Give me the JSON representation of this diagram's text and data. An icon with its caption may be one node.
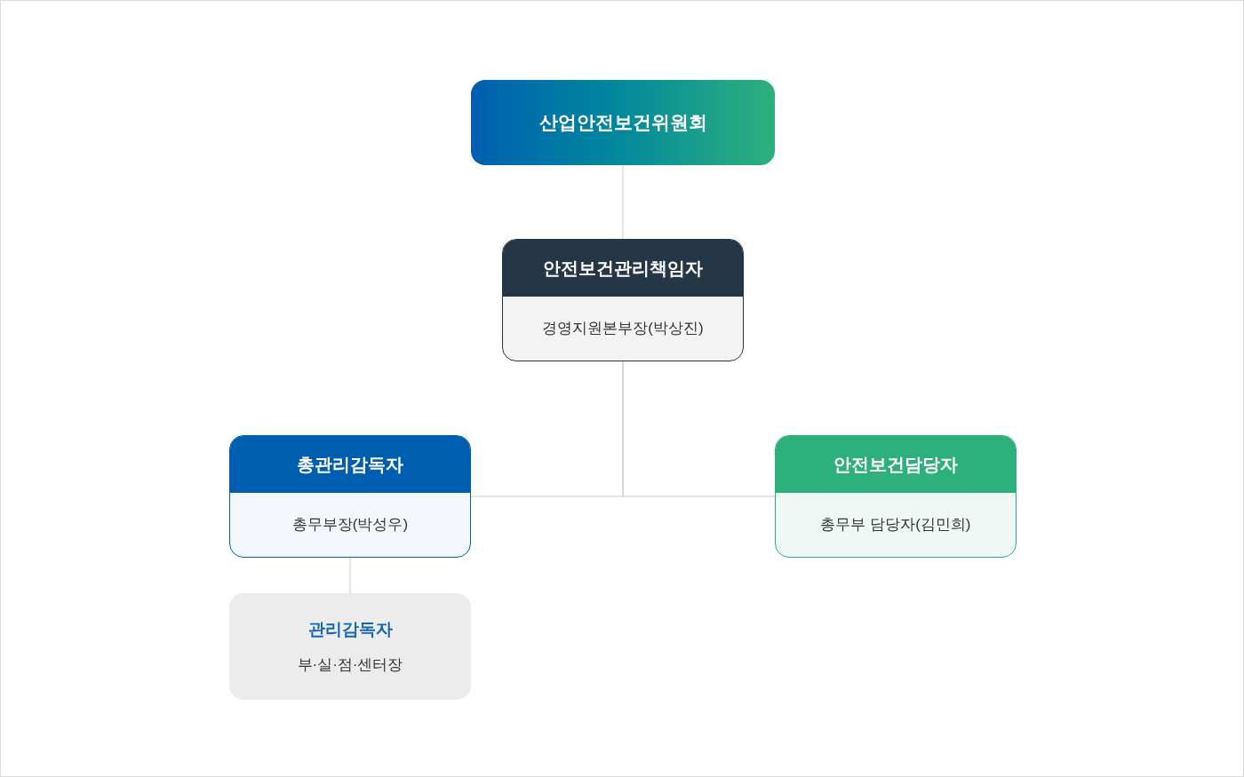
{
  "diagram": {
    "nodes": [
      {
        "text": [
          "산업안전보건위원회"
        ]
      },
      {
        "text": [
          "안전보건관리책임자",
          "경영지원본부장(박상진)"
        ]
      },
      {
        "text": [
          "총관리감독자",
          "총무부장(박성우)"
        ]
      },
      {
        "text": [
          "안전보건담당자",
          "총무부 담당자(김민희)"
        ]
      },
      {
        "text": [
          "관리감독자",
          "부·실·점·센터장"
        ]
      }
    ],
    "edges": [
      {
        "from": 0,
        "to": 1,
        "arrow": "none"
      },
      {
        "from": 1,
        "to": 2,
        "arrow": "none"
      },
      {
        "from": 1,
        "to": 3,
        "arrow": "none"
      },
      {
        "from": 2,
        "to": 4,
        "arrow": "none"
      }
    ]
  }
}
